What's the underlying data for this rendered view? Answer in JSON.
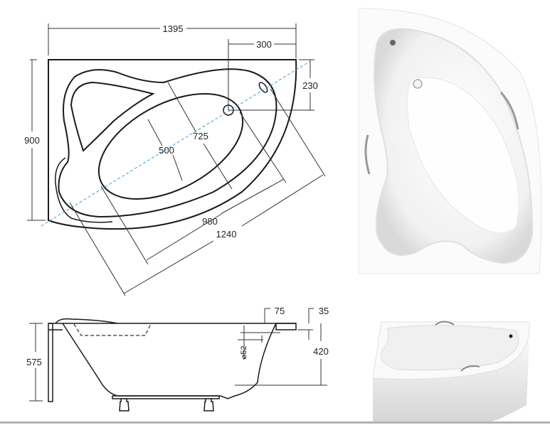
{
  "top_view": {
    "dimensions": {
      "overall_width": "1395",
      "overall_depth": "900",
      "drain_offset_x": "300",
      "drain_offset_y": "230",
      "inner_width": "500",
      "outer_width": "725",
      "inner_length": "980",
      "outer_length": "1240"
    },
    "centerline_color": "#3a9fd6"
  },
  "side_view": {
    "dimensions": {
      "total_height": "575",
      "tub_height": "420",
      "rim_width": "75",
      "rim_thickness": "35",
      "overflow_diameter": "⌀52"
    }
  },
  "photos": {
    "top_photo": "bathtub-top-view-photo",
    "angled_photo": "bathtub-angled-view-photo"
  },
  "colors": {
    "line": "#1a1a1a",
    "dim_line": "#333333",
    "background": "#ffffff",
    "rule": "#b3b3b3"
  }
}
